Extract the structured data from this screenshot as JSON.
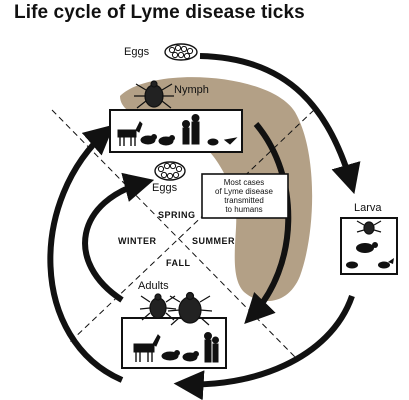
{
  "title": "Life cycle of Lyme disease ticks",
  "stages": {
    "eggs_top": "Eggs",
    "nymph": "Nymph",
    "eggs_center": "Eggs",
    "larva": "Larva",
    "adults": "Adults"
  },
  "seasons": {
    "spring": "SPRING",
    "summer": "SUMMER",
    "fall": "FALL",
    "winter": "WINTER"
  },
  "note": {
    "line1": "Most cases",
    "line2": "of Lyme disease",
    "line3": "transmitted",
    "line4": "to humans"
  },
  "colors": {
    "shading": "#b3a086",
    "ink": "#111111"
  }
}
